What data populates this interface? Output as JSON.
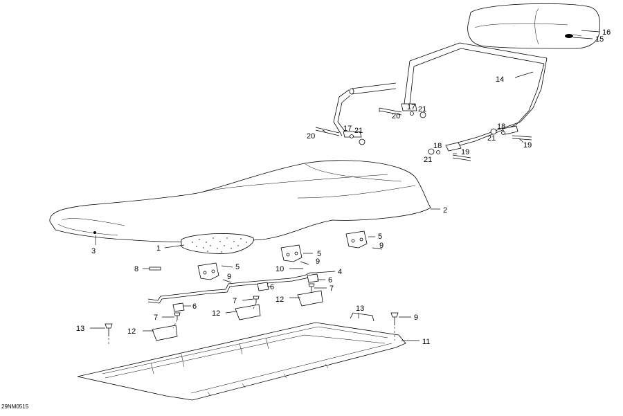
{
  "callouts": {
    "c1": "1",
    "c2": "2",
    "c3": "3",
    "c4": "4",
    "c5": "5",
    "c6": "6",
    "c7": "7",
    "c8": "8",
    "c9": "9",
    "c10": "10",
    "c11": "11",
    "c12": "12",
    "c13": "13",
    "c14": "14",
    "c15": "15",
    "c16": "16",
    "c17": "17",
    "c18": "18",
    "c19": "19",
    "c20": "20",
    "c21": "21"
  },
  "diagram_code": "29NM0515"
}
